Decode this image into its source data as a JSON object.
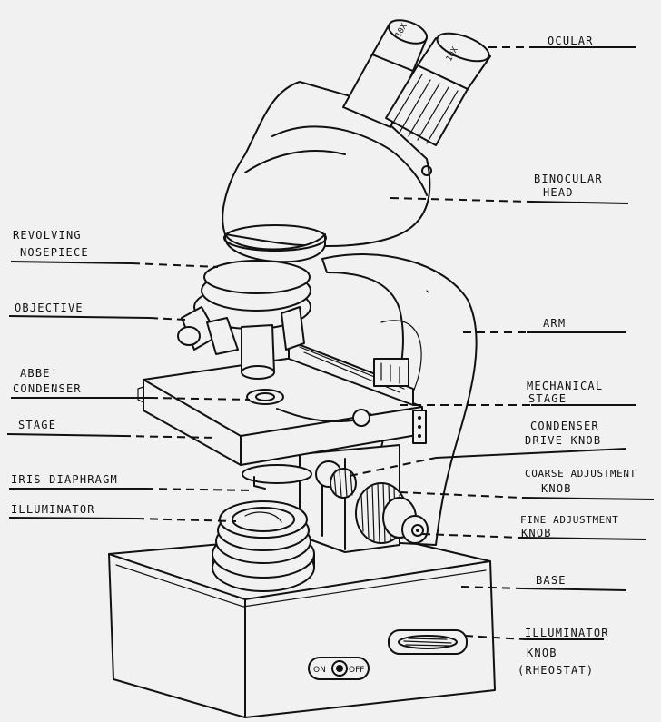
{
  "labels": {
    "ocular": "OCULAR",
    "binocular_head": [
      "BINOCULAR",
      "HEAD"
    ],
    "revolving_nosepiece": [
      "REVOLVING",
      "NOSEPIECE"
    ],
    "objective": "OBJECTIVE",
    "arm": "ARM",
    "abbe_condenser": [
      "ABBE'",
      "CONDENSER"
    ],
    "mechanical_stage": [
      "MECHANICAL",
      "STAGE"
    ],
    "stage": "STAGE",
    "condenser_drive_knob": [
      "CONDENSER",
      "DRIVE KNOB"
    ],
    "iris_diaphragm": "IRIS DIAPHRAGM",
    "coarse_adjustment_knob": [
      "COARSE ADJUSTMENT",
      "KNOB"
    ],
    "illuminator": "ILLUMINATOR",
    "fine_adjustment_knob": [
      "FINE ADJUSTMENT",
      "KNOB"
    ],
    "base": "BASE",
    "illuminator_knob": [
      "ILLUMINATOR",
      "KNOB",
      "(RHEOSTAT)"
    ]
  },
  "markings": {
    "eyepiece_left": "10X",
    "eyepiece_right": "10X",
    "switch_on": "ON",
    "switch_off": "OFF"
  }
}
